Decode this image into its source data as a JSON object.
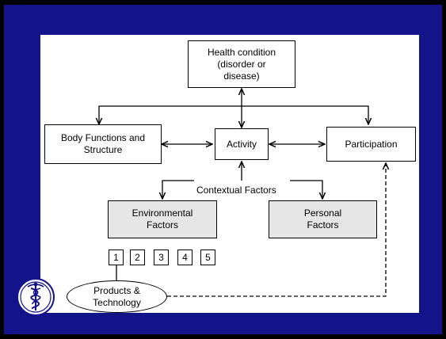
{
  "diagram": {
    "health_condition": "Health condition\n(disorder or\ndisease)",
    "body_functions": "Body Functions and\nStructure",
    "activity": "Activity",
    "participation": "Participation",
    "contextual_factors": "Contextual Factors",
    "environmental_factors": "Environmental\nFactors",
    "personal_factors": "Personal\nFactors",
    "number_boxes": [
      "1",
      "2",
      "3",
      "4",
      "5"
    ],
    "products_technology": "Products &\nTechnology"
  },
  "colors": {
    "frame_blue": "#13138a",
    "gray_box": "#e6e6e6"
  },
  "logo": "caduceus-seal-logo"
}
